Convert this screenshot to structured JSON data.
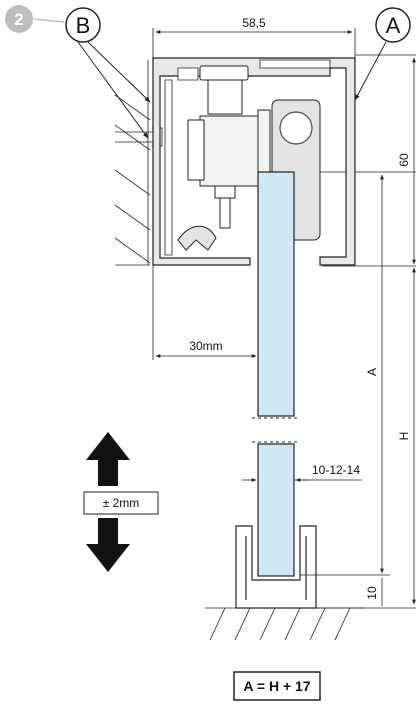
{
  "step_number": "2",
  "callouts": {
    "a": "A",
    "b": "B"
  },
  "dimensions": {
    "width_top": "58,5",
    "height_profile": "60",
    "distance_wall": "30mm",
    "glass_a": "A",
    "total_h": "H",
    "glass_thickness": "10-12-14",
    "bottom_guide": "10",
    "adjustment": "± 2mm"
  },
  "formula": "A = H + 17",
  "colors": {
    "glass": "#cfe8f5",
    "profile_fill": "#e8e8e8",
    "stroke": "#222222",
    "badge": "#bdbdbd"
  }
}
